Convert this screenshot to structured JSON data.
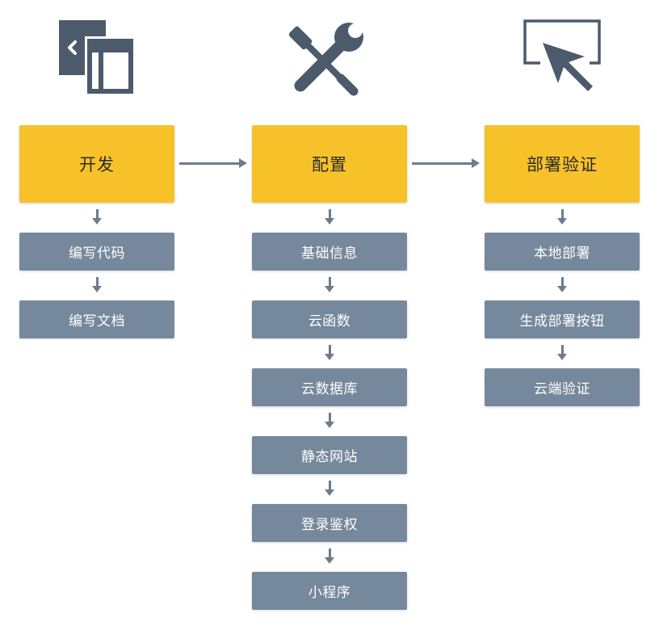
{
  "colors": {
    "stage": "#f7c12a",
    "step": "#76889b",
    "arrow": "#6d7c8d",
    "icon": "#4b5b6c"
  },
  "columns": [
    {
      "icon": "browser-window-icon",
      "stage": "开发",
      "steps": [
        "编写代码",
        "编写文档"
      ]
    },
    {
      "icon": "wrench-screwdriver-icon",
      "stage": "配置",
      "steps": [
        "基础信息",
        "云函数",
        "云数据库",
        "静态网站",
        "登录鉴权",
        "小程序"
      ]
    },
    {
      "icon": "pointer-screen-icon",
      "stage": "部署验证",
      "steps": [
        "本地部署",
        "生成部署按钮",
        "云端验证"
      ]
    }
  ]
}
